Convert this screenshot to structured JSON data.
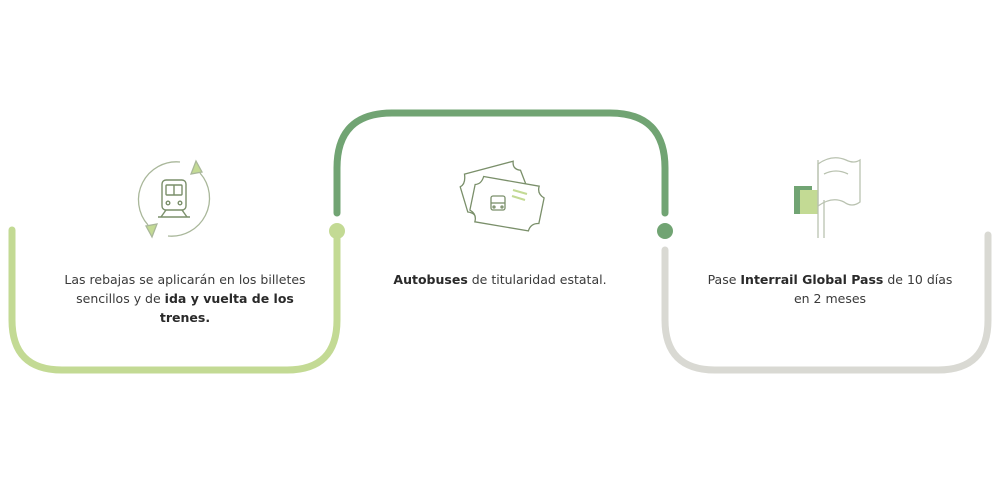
{
  "steps": [
    {
      "id": "train-discounts",
      "icon": "train-icon",
      "parts": [
        {
          "text": "Las rebajas se aplicarán en los billetes sencillos y de ",
          "bold": false
        },
        {
          "text": "ida y vuelta de los trenes.",
          "bold": true
        }
      ]
    },
    {
      "id": "state-buses",
      "icon": "bus-tickets-icon",
      "parts": [
        {
          "text": "Autobuses",
          "bold": true
        },
        {
          "text": " de titularidad estatal.",
          "bold": false
        }
      ]
    },
    {
      "id": "interrail-pass",
      "icon": "flag-icon",
      "parts": [
        {
          "text": "Pase ",
          "bold": false
        },
        {
          "text": "Interrail Global Pass",
          "bold": true
        },
        {
          "text": " de 10 días en 2 meses",
          "bold": false
        }
      ]
    }
  ],
  "colors": {
    "light_green": "#c3da94",
    "medium_green": "#71a473",
    "grey": "#d9d9d3",
    "icon_stroke": "#7a8f6a"
  }
}
